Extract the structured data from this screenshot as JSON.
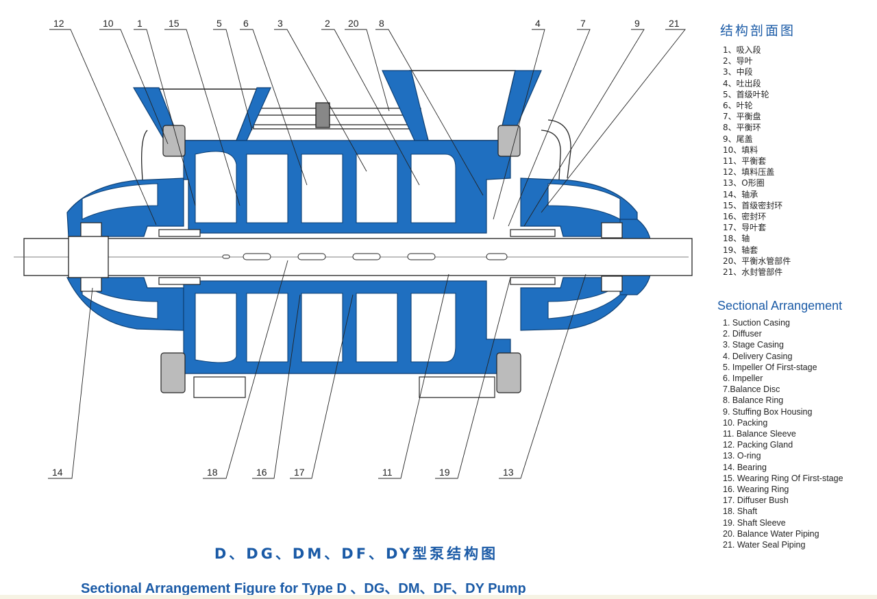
{
  "diagram": {
    "top_callouts": [
      "12",
      "10",
      "1",
      "15",
      "5",
      "6",
      "3",
      "2",
      "20",
      "8",
      "4",
      "7",
      "9",
      "21"
    ],
    "bottom_callouts": [
      "14",
      "18",
      "16",
      "17",
      "11",
      "19",
      "13"
    ]
  },
  "legend_zh": {
    "title": "结构剖面图",
    "items": [
      "1、吸入段",
      "2、导叶",
      "3、中段",
      "4、吐出段",
      "5、首级叶轮",
      "6、叶轮",
      "7、平衡盘",
      "8、平衡环",
      "9、尾盖",
      "10、填料",
      "11、平衡套",
      "12、填料压盖",
      "13、O形圈",
      "14、轴承",
      "15、首级密封环",
      "16、密封环",
      "17、导叶套",
      "18、轴",
      "19、轴套",
      "20、平衡水管部件",
      "21、水封管部件"
    ]
  },
  "legend_en": {
    "title": "Sectional Arrangement",
    "items": [
      "1. Suction Casing",
      "2. Diffuser",
      "3. Stage Casing",
      "4. Delivery Casing",
      "5. Impeller Of First-stage",
      "6. Impeller",
      "7.Balance Disc",
      "8. Balance Ring",
      "9. Stuffing Box Housing",
      "10. Packing",
      "11. Balance Sleeve",
      "12. Packing Gland",
      "13. O-ring",
      "14. Bearing",
      "15. Wearing Ring Of First-stage",
      "16. Wearing Ring",
      "17. Diffuser Bush",
      "18. Shaft",
      "19. Shaft Sleeve",
      "20. Balance Water Piping",
      "21. Water Seal Piping"
    ]
  },
  "caption_zh": "D、DG、DM、DF、DY型泵结构图",
  "caption_en": "Sectional Arrangement Figure for Type D 、DG、DM、DF、DY Pump",
  "colors": {
    "casing": "#1f6fc0",
    "fluid": "#ffffff",
    "accent": "#1a5aa6",
    "line": "#222222"
  }
}
